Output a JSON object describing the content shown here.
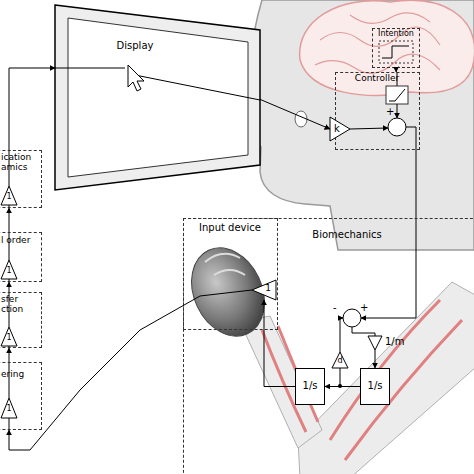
{
  "diagram": {
    "nodes": [
      {
        "text": [
          "Display"
        ]
      },
      {
        "text": [
          "Intention"
        ]
      },
      {
        "text": [
          "Controller"
        ]
      },
      {
        "text": [
          "k"
        ],
        "in": 2
      },
      {
        "text": [
          "Biomechanics"
        ]
      },
      {
        "text": [
          "Input device"
        ],
        "in": 4
      },
      {
        "text": [
          "1"
        ],
        "in": 5
      },
      {
        "text": [
          "1/s"
        ],
        "in": 4
      },
      {
        "text": [
          "1/s"
        ],
        "in": 4
      },
      {
        "text": [
          "d"
        ],
        "in": 4
      },
      {
        "text": [
          "ication amics",
          "1"
        ]
      },
      {
        "text": [
          "l order",
          "1"
        ]
      },
      {
        "text": [
          "sfer ction",
          "1"
        ]
      },
      {
        "text": [
          "ering",
          "1"
        ]
      }
    ],
    "edges": [
      {
        "from": 0,
        "to": 3,
        "arrow": "to"
      },
      {
        "from": 1,
        "to": 2,
        "arrow": "to"
      },
      {
        "from": 8,
        "to": 7,
        "arrow": "to"
      },
      {
        "from": 7,
        "to": 6,
        "arrow": "to"
      },
      {
        "from": 6,
        "to": 13,
        "arrow": "to"
      },
      {
        "from": 13,
        "to": 12,
        "arrow": "to"
      },
      {
        "from": 12,
        "to": 11,
        "arrow": "to"
      },
      {
        "from": 11,
        "to": 10,
        "arrow": "to"
      },
      {
        "from": 10,
        "to": 0,
        "arrow": "to"
      }
    ],
    "labels": [
      "+",
      "-",
      "+",
      "1/m"
    ]
  }
}
